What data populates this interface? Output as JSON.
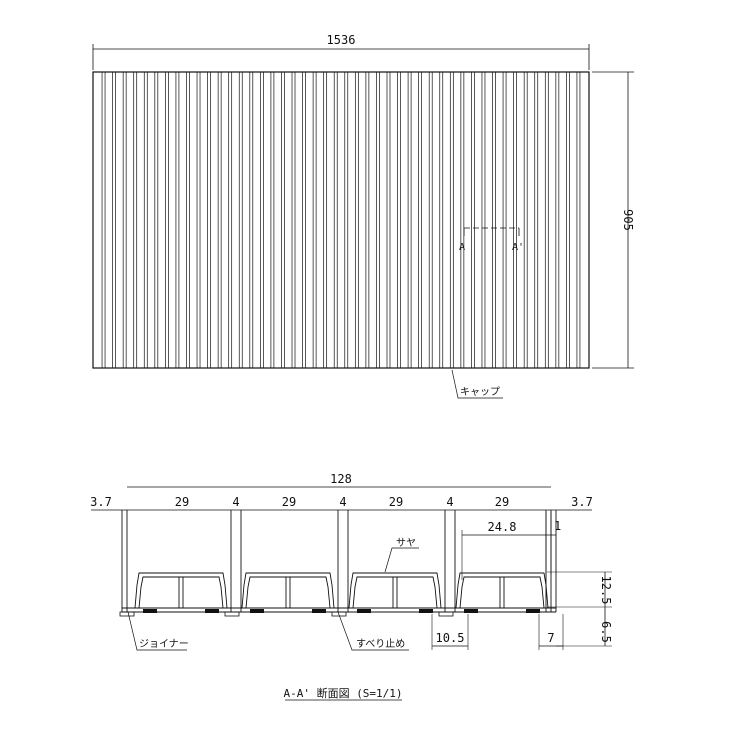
{
  "plan": {
    "width_label": "1536",
    "height_label": "905",
    "section_mark_left": "A",
    "section_mark_right": "A'",
    "cap_label": "キャップ"
  },
  "section": {
    "overall_width": "128",
    "edge_left": "3.7",
    "edge_right": "3.7",
    "panel_widths": [
      "29",
      "29",
      "29",
      "29"
    ],
    "gap_widths": [
      "4",
      "4",
      "4"
    ],
    "inner_width": "24.8",
    "wall_width": "1",
    "height_upper": "12.5",
    "height_lower": "6.5",
    "bottom_width_left": "10.5",
    "bottom_width_right": "7",
    "sleeve_label": "サヤ",
    "joiner_label": "ジョイナー",
    "antislip_label": "すべり止め",
    "caption": "A-A' 断面図 (S=1/1)"
  }
}
